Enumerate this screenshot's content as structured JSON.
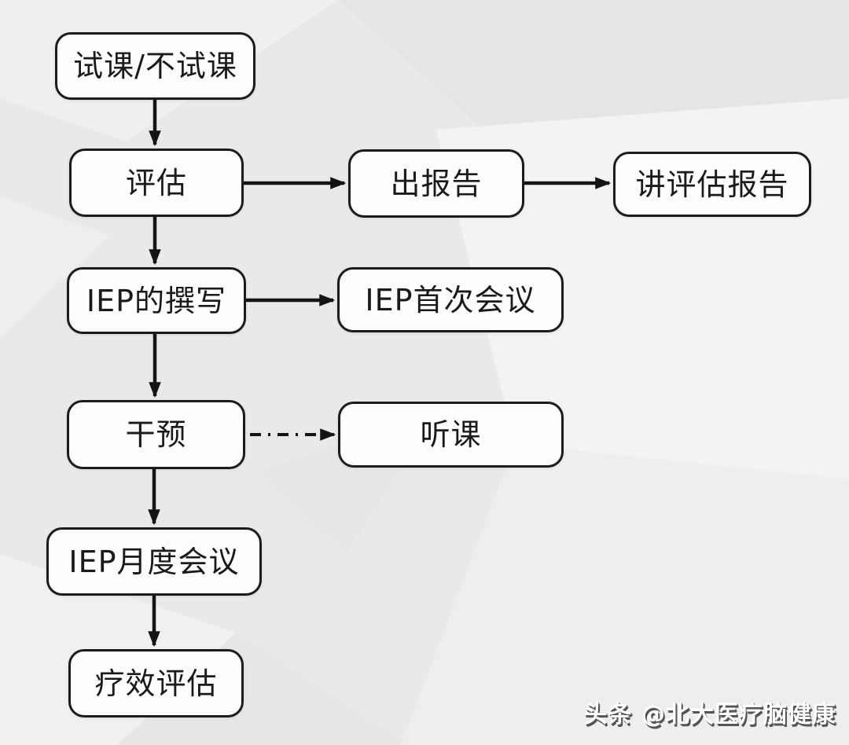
{
  "page": {
    "type": "flowchart-image",
    "background_color": "#e9e9eb",
    "node_fill": "#fdfdfd",
    "node_border_color": "#1c1c1c",
    "arrow_color": "#141414",
    "text_color": "#1a1a1a"
  },
  "flowchart": {
    "nodes": [
      {
        "id": "trial-class",
        "label": "试课/不试课"
      },
      {
        "id": "assessment",
        "label": "评估"
      },
      {
        "id": "report",
        "label": "出报告"
      },
      {
        "id": "explain-report",
        "label": "讲评估报告"
      },
      {
        "id": "iep-writing",
        "label": "IEP的撰写"
      },
      {
        "id": "iep-first-meeting",
        "label": "IEP首次会议"
      },
      {
        "id": "intervention",
        "label": "干预"
      },
      {
        "id": "class-listening",
        "label": "听课"
      },
      {
        "id": "iep-monthly-meeting",
        "label": "IEP月度会议"
      },
      {
        "id": "efficacy-assessment",
        "label": "疗效评估"
      }
    ],
    "edges": [
      {
        "from": "试课/不试课",
        "to": "评估",
        "style": "solid",
        "direction": "down"
      },
      {
        "from": "评估",
        "to": "出报告",
        "style": "solid",
        "direction": "right"
      },
      {
        "from": "出报告",
        "to": "讲评估报告",
        "style": "solid",
        "direction": "right"
      },
      {
        "from": "评估",
        "to": "IEP的撰写",
        "style": "solid",
        "direction": "down"
      },
      {
        "from": "IEP的撰写",
        "to": "IEP首次会议",
        "style": "solid",
        "direction": "right"
      },
      {
        "from": "IEP的撰写",
        "to": "干预",
        "style": "solid",
        "direction": "down"
      },
      {
        "from": "干预",
        "to": "听课",
        "style": "dash-dot",
        "direction": "right"
      },
      {
        "from": "干预",
        "to": "IEP月度会议",
        "style": "solid",
        "direction": "down"
      },
      {
        "from": "IEP月度会议",
        "to": "疗效评估",
        "style": "solid",
        "direction": "down"
      }
    ]
  },
  "watermark": {
    "text": "头条 @北大医疗脑健康",
    "text_color": "#ffffff",
    "shadow_color": "#4a4a4e"
  }
}
